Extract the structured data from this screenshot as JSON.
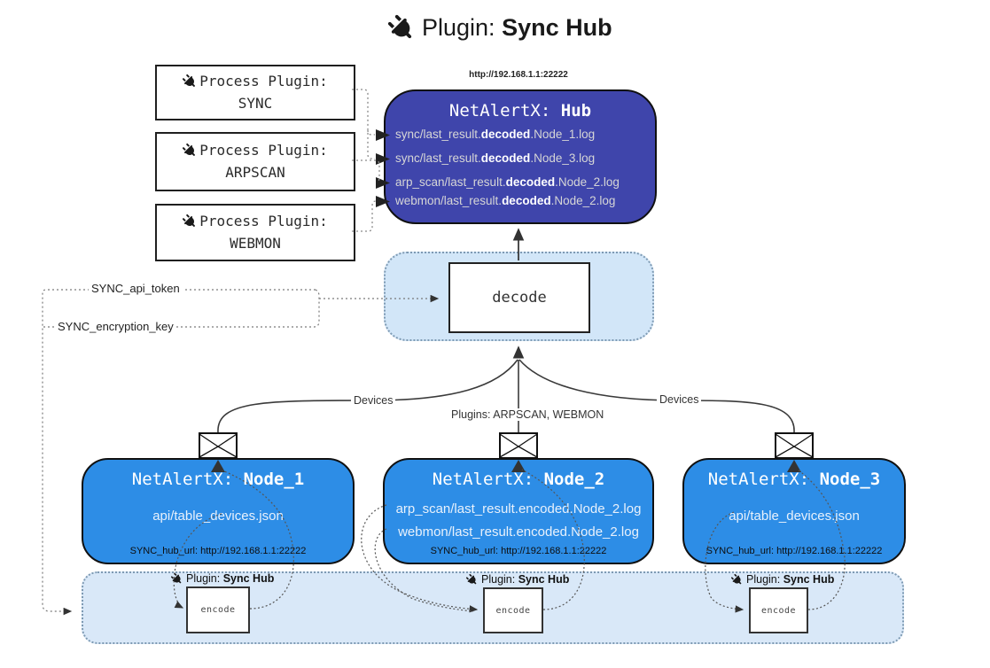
{
  "title": {
    "prefix": "Plugin: ",
    "bold": "Sync Hub"
  },
  "process_plugins": [
    {
      "label": "Process Plugin:",
      "name": "SYNC"
    },
    {
      "label": "Process Plugin:",
      "name": "ARPSCAN"
    },
    {
      "label": "Process Plugin:",
      "name": "WEBMON"
    }
  ],
  "hub": {
    "url": "http://192.168.1.1:22222",
    "title_prefix": "NetAlertX: ",
    "title_bold": "Hub",
    "logs": [
      {
        "pre": "sync/last_result.",
        "bold": "decoded",
        "post": ".Node_1.log"
      },
      {
        "pre": "sync/last_result.",
        "bold": "decoded",
        "post": ".Node_3.log"
      },
      {
        "pre": "arp_scan/last_result.",
        "bold": "decoded",
        "post": ".Node_2.log"
      },
      {
        "pre": "webmon/last_result.",
        "bold": "decoded",
        "post": ".Node_2.log"
      }
    ]
  },
  "decode_label": "decode",
  "secrets": {
    "api_token": "SYNC_api_token",
    "encryption_key": "SYNC_encryption_key"
  },
  "edge_labels": {
    "devices_left": "Devices",
    "plugins_mid": "Plugins: ARPSCAN, WEBMON",
    "devices_right": "Devices"
  },
  "nodes": [
    {
      "title_prefix": "NetAlertX: ",
      "title_bold": "Node_1",
      "files": [
        "api/table_devices.json"
      ],
      "hub_url": "SYNC_hub_url: http://192.168.1.1:22222"
    },
    {
      "title_prefix": "NetAlertX: ",
      "title_bold": "Node_2",
      "files": [
        "arp_scan/last_result.encoded.Node_2.log",
        "webmon/last_result.encoded.Node_2.log"
      ],
      "hub_url": "SYNC_hub_url: http://192.168.1.1:22222"
    },
    {
      "title_prefix": "NetAlertX: ",
      "title_bold": "Node_3",
      "files": [
        "api/table_devices.json"
      ],
      "hub_url": "SYNC_hub_url: http://192.168.1.1:22222"
    }
  ],
  "encoders": [
    {
      "label_prefix": "Plugin: ",
      "label_bold": "Sync Hub",
      "box_label": "encode"
    },
    {
      "label_prefix": "Plugin: ",
      "label_bold": "Sync Hub",
      "box_label": "encode"
    },
    {
      "label_prefix": "Plugin: ",
      "label_bold": "Sync Hub",
      "box_label": "encode"
    }
  ],
  "colors": {
    "hub_fill": "#3f45ab",
    "node_fill": "#2d8de6",
    "panel_fill": "#d9e8f8",
    "decode_panel_fill": "#d2e6f8",
    "line": "#3a3a3a"
  }
}
